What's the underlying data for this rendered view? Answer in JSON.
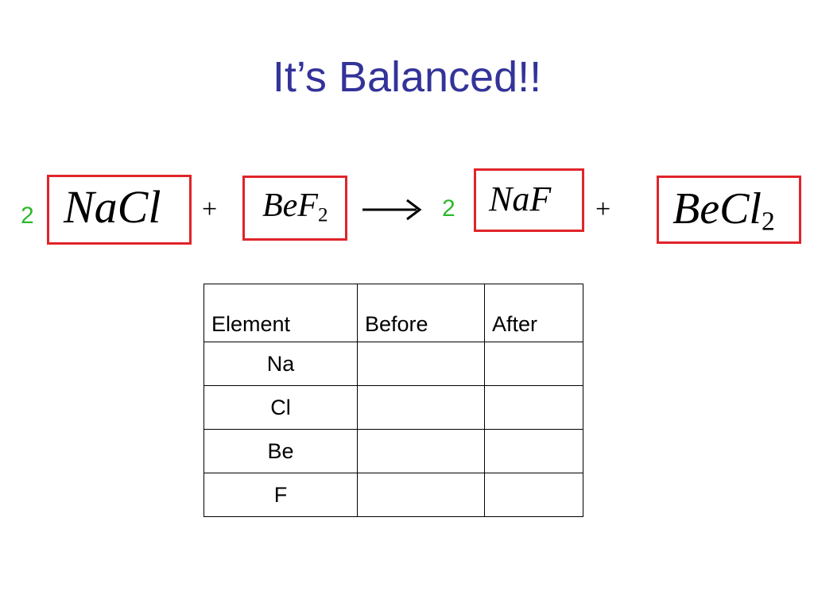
{
  "slide": {
    "title": "It’s Balanced!!"
  },
  "equation": {
    "reactant1": {
      "coefficient": "2",
      "base": "NaCl",
      "subscript": ""
    },
    "plus1": "+",
    "reactant2": {
      "coefficient": "",
      "base": "BeF",
      "subscript": "2"
    },
    "arrow": "→",
    "product1": {
      "coefficient": "2",
      "base": "NaF",
      "subscript": ""
    },
    "plus2": "+",
    "product2": {
      "coefficient": "",
      "base": "BeCl",
      "subscript": "2"
    }
  },
  "colors": {
    "title": "#333399",
    "box_border": "#e0242a",
    "coefficient": "#2eb82e"
  },
  "table": {
    "headers": [
      "Element",
      "Before",
      "After"
    ],
    "rows": [
      {
        "element": "Na",
        "before": "",
        "after": ""
      },
      {
        "element": "Cl",
        "before": "",
        "after": ""
      },
      {
        "element": "Be",
        "before": "",
        "after": ""
      },
      {
        "element": "F",
        "before": "",
        "after": ""
      }
    ]
  }
}
